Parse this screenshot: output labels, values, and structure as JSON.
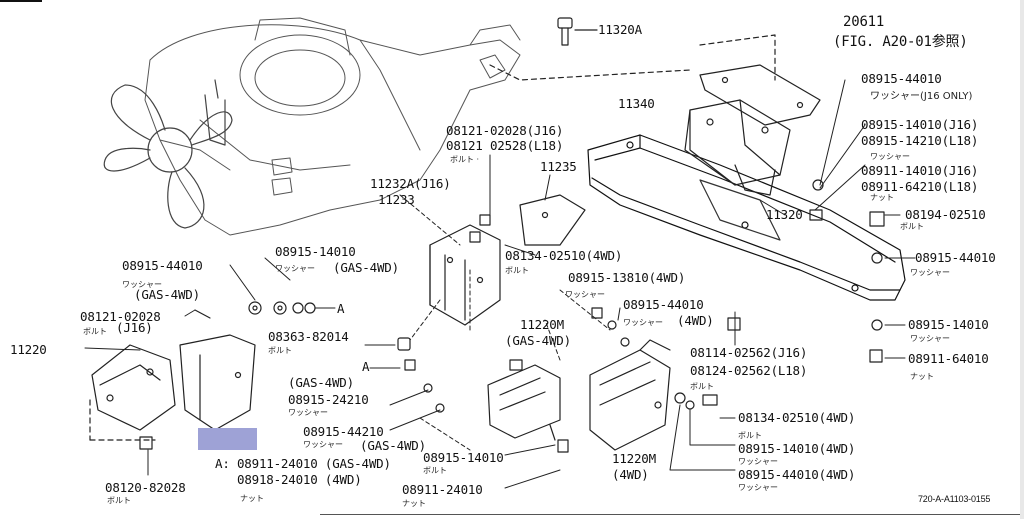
{
  "labels": [
    {
      "id": "11320A",
      "text": "11320A"
    },
    {
      "id": "20611",
      "text": "20611"
    },
    {
      "id": "fig-ref",
      "text": "(FIG. A20-01参照)"
    },
    {
      "id": "11340",
      "text": "11340"
    },
    {
      "id": "08915-44010-top",
      "text": "08915-44010"
    },
    {
      "id": "08915-14010-j16",
      "text": "08915-14010(J16)"
    },
    {
      "id": "08915-14210-l18",
      "text": "08915-14210(L18)"
    },
    {
      "id": "08911-14010-j16",
      "text": "08911-14010(J16)"
    },
    {
      "id": "08911-64210-l18",
      "text": "08911-64210(L18)"
    },
    {
      "id": "08194-02510",
      "text": "08194-02510"
    },
    {
      "id": "08915-44010-right",
      "text": "08915-44010"
    },
    {
      "id": "08915-14010-right",
      "text": "08915-14010"
    },
    {
      "id": "08911-64010-right",
      "text": "08911-64010"
    },
    {
      "id": "11320",
      "text": "11320"
    },
    {
      "id": "08121-02028-j16",
      "text": "08121-02028(J16)"
    },
    {
      "id": "08121-02528-l18",
      "text": "08121 02528(L18)"
    },
    {
      "id": "11235",
      "text": "11235"
    },
    {
      "id": "11232A",
      "text": "11232A(J16)"
    },
    {
      "id": "11233",
      "text": "11233"
    },
    {
      "id": "08915-14010-gas",
      "text": "08915-14010"
    },
    {
      "id": "gas-4wd-1",
      "text": "(GAS-4WD)"
    },
    {
      "id": "08134-02510-mid",
      "text": "08134-02510(4WD)"
    },
    {
      "id": "08915-13810",
      "text": "08915-13810(4WD)"
    },
    {
      "id": "08915-44010-mid",
      "text": "08915-44010"
    },
    {
      "id": "4wd-mid",
      "text": "(4WD)"
    },
    {
      "id": "08915-44010-left",
      "text": "08915-44010"
    },
    {
      "id": "gas-4wd-left",
      "text": "(GAS-4WD)"
    },
    {
      "id": "08121-02028-left",
      "text": "08121-02028"
    },
    {
      "id": "j16-left",
      "text": "(J16)"
    },
    {
      "id": "11220",
      "text": "11220"
    },
    {
      "id": "ref-A-1",
      "text": "A"
    },
    {
      "id": "08363-82014",
      "text": "08363-82014"
    },
    {
      "id": "ref-A-2",
      "text": "A"
    },
    {
      "id": "11220M-gas",
      "text": "11220M"
    },
    {
      "id": "gas-4wd-2",
      "text": "(GAS-4WD)"
    },
    {
      "id": "08114-02562-j16",
      "text": "08114-02562(J16)"
    },
    {
      "id": "08124-02562-l18",
      "text": "08124-02562(L18)"
    },
    {
      "id": "gas-4wd-3",
      "text": "(GAS-4WD)"
    },
    {
      "id": "08915-24210",
      "text": "08915-24210"
    },
    {
      "id": "08134-02510-bottom",
      "text": "08134-02510(4WD)"
    },
    {
      "id": "08915-44210",
      "text": "08915-44210"
    },
    {
      "id": "gas-4wd-4",
      "text": "(GAS-4WD)"
    },
    {
      "id": "08915-14010-4wd",
      "text": "08915-14010(4WD)"
    },
    {
      "id": "08915-14010-bottom",
      "text": "08915-14010"
    },
    {
      "id": "11220M-4wd",
      "text": "11220M"
    },
    {
      "id": "4wd-bottom",
      "text": "(4WD)"
    },
    {
      "id": "08915-44010-4wd",
      "text": "08915-44010(4WD)"
    },
    {
      "id": "note-a-1",
      "text": "A: 08911-24010 (GAS-4WD)"
    },
    {
      "id": "note-a-2",
      "text": "08918-24010 (4WD)"
    },
    {
      "id": "08911-24010",
      "text": "08911-24010"
    },
    {
      "id": "08120-82028",
      "text": "08120-82028"
    },
    {
      "id": "ref-code",
      "text": "720-A-A1103-0155"
    }
  ],
  "sub_labels": {
    "washer_j16_only": "ワッシャー(J16 ONLY)",
    "washer": "ワッシャー",
    "nut": "ナット",
    "bolt": "ボルト",
    "bolt_dot": "ボルト ·"
  },
  "colors": {
    "highlight": "#9ea2d6",
    "ink": "#111111",
    "paper": "#ffffff"
  }
}
